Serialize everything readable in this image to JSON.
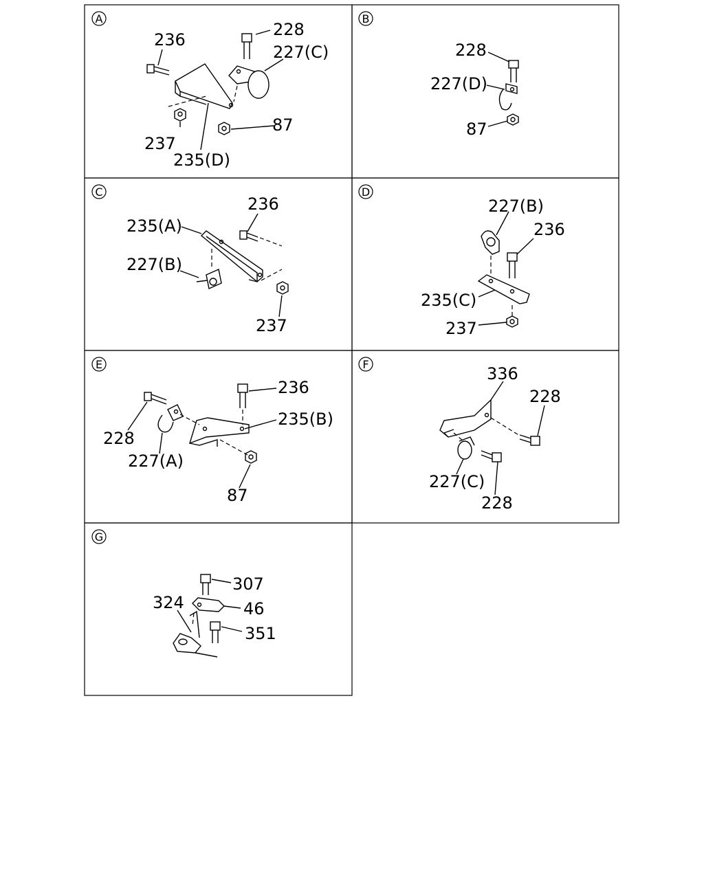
{
  "panels": [
    {
      "letter": "A",
      "labels": [
        "236",
        "228",
        "227(C)",
        "237",
        "235(D)",
        "87"
      ]
    },
    {
      "letter": "B",
      "labels": [
        "228",
        "227(D)",
        "87"
      ]
    },
    {
      "letter": "C",
      "labels": [
        "236",
        "235(A)",
        "227(B)",
        "237"
      ]
    },
    {
      "letter": "D",
      "labels": [
        "227(B)",
        "236",
        "235(C)",
        "237"
      ]
    },
    {
      "letter": "E",
      "labels": [
        "236",
        "228",
        "235(B)",
        "227(A)",
        "87"
      ]
    },
    {
      "letter": "F",
      "labels": [
        "336",
        "228",
        "227(C)",
        "228"
      ]
    },
    {
      "letter": "G",
      "labels": [
        "307",
        "324",
        "46",
        "351"
      ]
    }
  ]
}
